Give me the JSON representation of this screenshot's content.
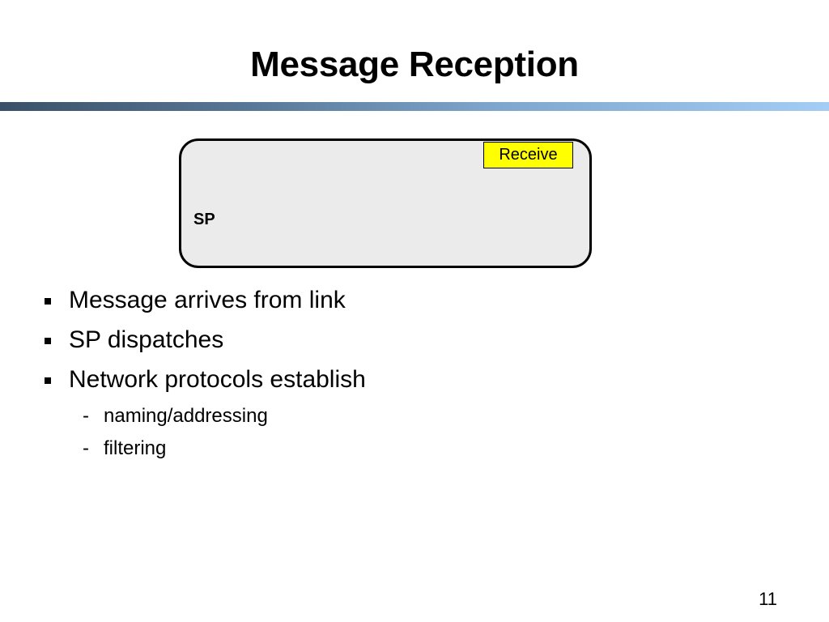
{
  "slide": {
    "title": "Message Reception",
    "diagram": {
      "box_label": "SP",
      "tag_label": "Receive"
    },
    "bullets": [
      {
        "text": "Message arrives from link"
      },
      {
        "text": "SP dispatches"
      },
      {
        "text": "Network protocols establish"
      }
    ],
    "sub_bullet_marker": "-",
    "sub_bullets": [
      {
        "text": "naming/addressing"
      },
      {
        "text": "filtering"
      }
    ],
    "page_number": "11"
  },
  "colors": {
    "title_bar_start": "#3a5068",
    "title_bar_end": "#a4cdf5",
    "sp_box_fill": "#ebebeb",
    "receive_fill": "#ffff00"
  }
}
